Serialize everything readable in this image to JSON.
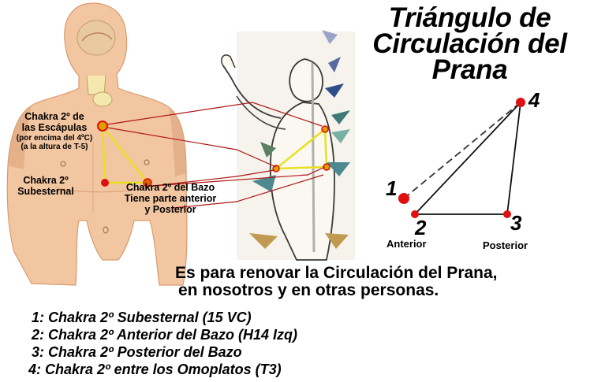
{
  "title": {
    "line1": "Triángulo de",
    "line2": "Circulación del",
    "line3": "Prana"
  },
  "body_labels": {
    "scapula": [
      "Chakra 2º de",
      "las Escápulas"
    ],
    "scapula_note": [
      "(por encima del 4ºC)",
      "(a la altura de T-5)"
    ],
    "subesternal": [
      "Chakra 2º",
      "Subesternal"
    ],
    "spleen": [
      "Chakra 2º del Bazo",
      "Tiene parte anterior",
      "y Posterior"
    ]
  },
  "triangle": {
    "n1": "1",
    "n2": "2",
    "n3": "3",
    "n4": "4",
    "anterior": "Anterior",
    "posterior": "Posterior"
  },
  "purpose": [
    "Es para renovar la Circulación del Prana,",
    "en nosotros y en otras personas."
  ],
  "legend": [
    "1: Chakra 2º Subesternal (15 VC)",
    "2: Chakra 2º Anterior del Bazo  (H14 Izq)",
    "3: Chakra 2º Posterior del Bazo",
    "4: Chakra 2º entre los Omoplatos (T3)"
  ],
  "colors": {
    "skin": "#f2c6a0",
    "skin_shadow": "#d99a70",
    "dot_red": "#e01010",
    "triangle_yellow": "#e8e020",
    "connector_red": "#b01818",
    "gland": "#f4e8b0"
  }
}
